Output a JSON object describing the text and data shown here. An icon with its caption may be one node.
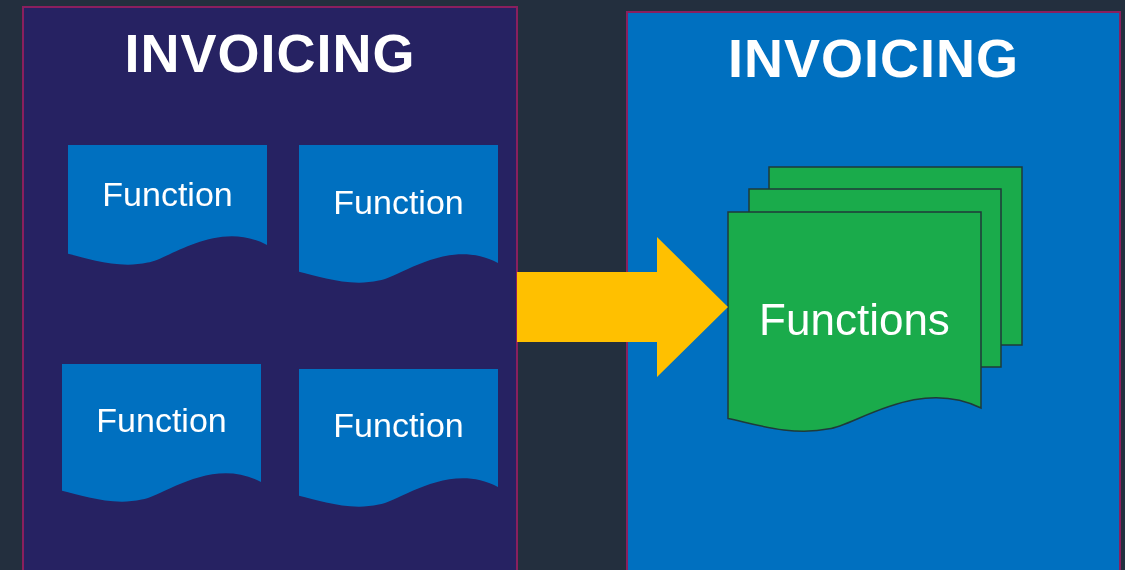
{
  "diagram": {
    "nodes": [
      {
        "text": [
          "INVOICING"
        ]
      },
      {
        "text": [
          "Function"
        ],
        "in": 0
      },
      {
        "text": [
          "Function"
        ],
        "in": 0
      },
      {
        "text": [
          "Function"
        ],
        "in": 0
      },
      {
        "text": [
          "Function"
        ],
        "in": 0
      },
      {
        "text": [
          "INVOICING"
        ]
      },
      {
        "text": [
          "Functions"
        ],
        "in": 5
      }
    ],
    "edges": [
      {
        "from": 0,
        "to": 6,
        "arrow": "to",
        "style": "thick",
        "color": "#ffc000"
      }
    ]
  }
}
